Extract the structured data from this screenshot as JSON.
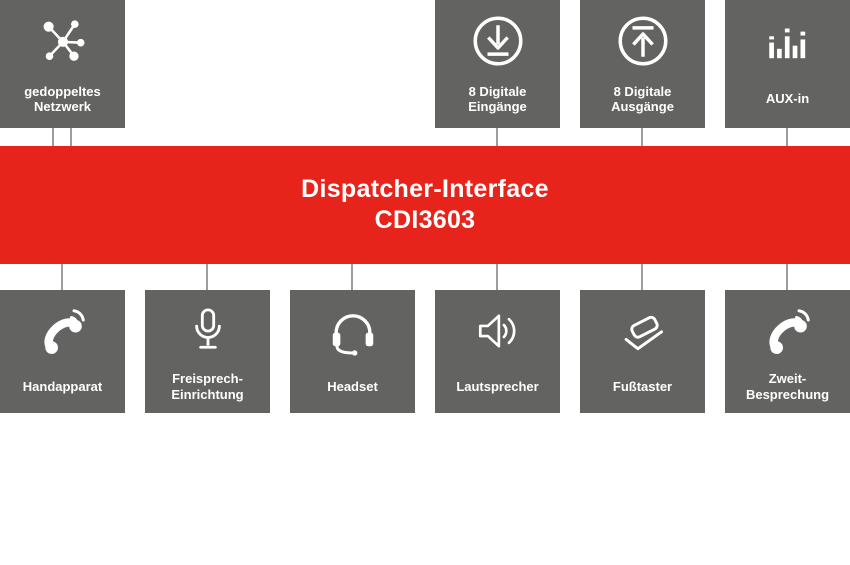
{
  "banner": {
    "title_line1": "Dispatcher-Interface",
    "title_line2": "CDI3603"
  },
  "top_nodes": [
    {
      "label": "gedoppeltes\nNetzwerk",
      "icon": "network-icon",
      "connector_lines": 2
    },
    {
      "label": "8 Digitale\nEingänge",
      "icon": "digital-input-icon",
      "connector_lines": 1
    },
    {
      "label": "8 Digitale\nAusgänge",
      "icon": "digital-output-icon",
      "connector_lines": 1
    },
    {
      "label": "AUX-in",
      "icon": "equalizer-icon",
      "connector_lines": 1
    }
  ],
  "bottom_nodes": [
    {
      "label": "Handapparat",
      "icon": "phone-handset-icon"
    },
    {
      "label": "Freisprech-\nEinrichtung",
      "icon": "microphone-icon"
    },
    {
      "label": "Headset",
      "icon": "headset-icon"
    },
    {
      "label": "Lautsprecher",
      "icon": "loudspeaker-icon"
    },
    {
      "label": "Fußtaster",
      "icon": "foot-switch-icon"
    },
    {
      "label": "Zweit-\nBesprechung",
      "icon": "phone-waves-icon"
    }
  ],
  "colors": {
    "node_gray": "#636362",
    "banner_red": "#e6241c",
    "connector_gray": "#9d9d9c",
    "text_white": "#ffffff"
  }
}
